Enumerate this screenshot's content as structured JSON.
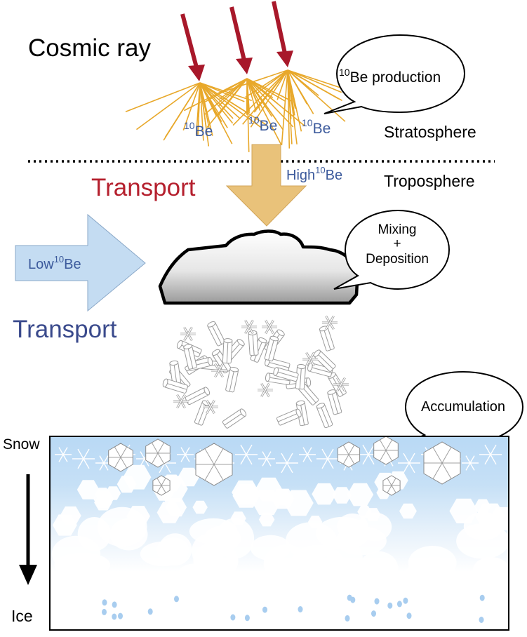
{
  "labels": {
    "cosmic_ray": "Cosmic ray",
    "stratosphere": "Stratosphere",
    "troposphere": "Troposphere",
    "transport_red": "Transport",
    "transport_blue": "Transport",
    "be_superscript": "10",
    "be_symbol": "Be",
    "production_bubble": "Be production",
    "high_prefix": "High",
    "low_prefix": "Low",
    "mixing_line1": "Mixing",
    "mixing_line2": "+",
    "mixing_line3": "Deposition",
    "accumulation": "Accumulation",
    "snow": "Snow",
    "ice": "Ice"
  },
  "colors": {
    "cosmic_arrow": "#a8182a",
    "ray_lines": "#e8a82a",
    "be_text": "#3c5a9c",
    "transport_red": "#b5202e",
    "transport_blue": "#3a4a8c",
    "down_arrow": "#e9c27a",
    "left_arrow": "#c4dcf2",
    "snow_top": "#b8d8f4",
    "ice_dots": "#a8cdef"
  }
}
